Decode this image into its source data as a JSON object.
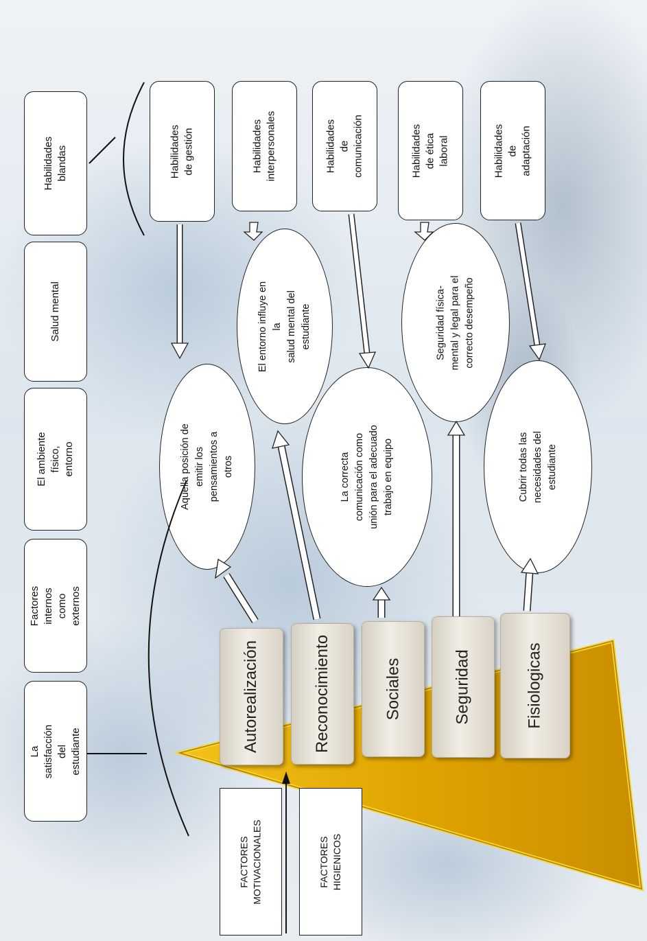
{
  "top_boxes": [
    {
      "label": "La satisfacción del\nestudiante"
    },
    {
      "label": "Factores internos\ncomo externos"
    },
    {
      "label": "El ambiente físico,\nentorno"
    },
    {
      "label": "Salud mental"
    },
    {
      "label": "Habilidades blandas"
    }
  ],
  "skills": [
    {
      "label": "Habilidades de gestión"
    },
    {
      "label": "Habilidades\ninterpersonales"
    },
    {
      "label": "Habilidades de\ncomunicación"
    },
    {
      "label": "Habilidades de ética\nlaboral"
    },
    {
      "label": "Habilidades de\nadaptación"
    }
  ],
  "descriptions": [
    {
      "label": "Aquella posición de\nemitir los\npensamientos a otros"
    },
    {
      "label": "El entorno influye en la\nsalud mental del\nestudiante"
    },
    {
      "label": "La correcta\ncomunicación como\nunión para el adecuado\ntrabajo en equipo"
    },
    {
      "label": "Seguridad física-\nmental y legal para el\ncorrecto desempeño"
    },
    {
      "label": "Cubrir todas las\nnecesidades del\nestudiante"
    }
  ],
  "pyramid_tiers": [
    {
      "label": "Autorealización"
    },
    {
      "label": "Reconocimiento"
    },
    {
      "label": "Sociales"
    },
    {
      "label": "Seguridad"
    },
    {
      "label": "Fisiologicas"
    }
  ],
  "factors": [
    {
      "label": "FACTORES\nMOTIVACIONALES"
    },
    {
      "label": "FACTORES HIGIENICOS"
    }
  ],
  "colors": {
    "pyramid_fill": "#e0a400",
    "pyramid_edge": "#f6d63a",
    "outline": "#222222"
  }
}
